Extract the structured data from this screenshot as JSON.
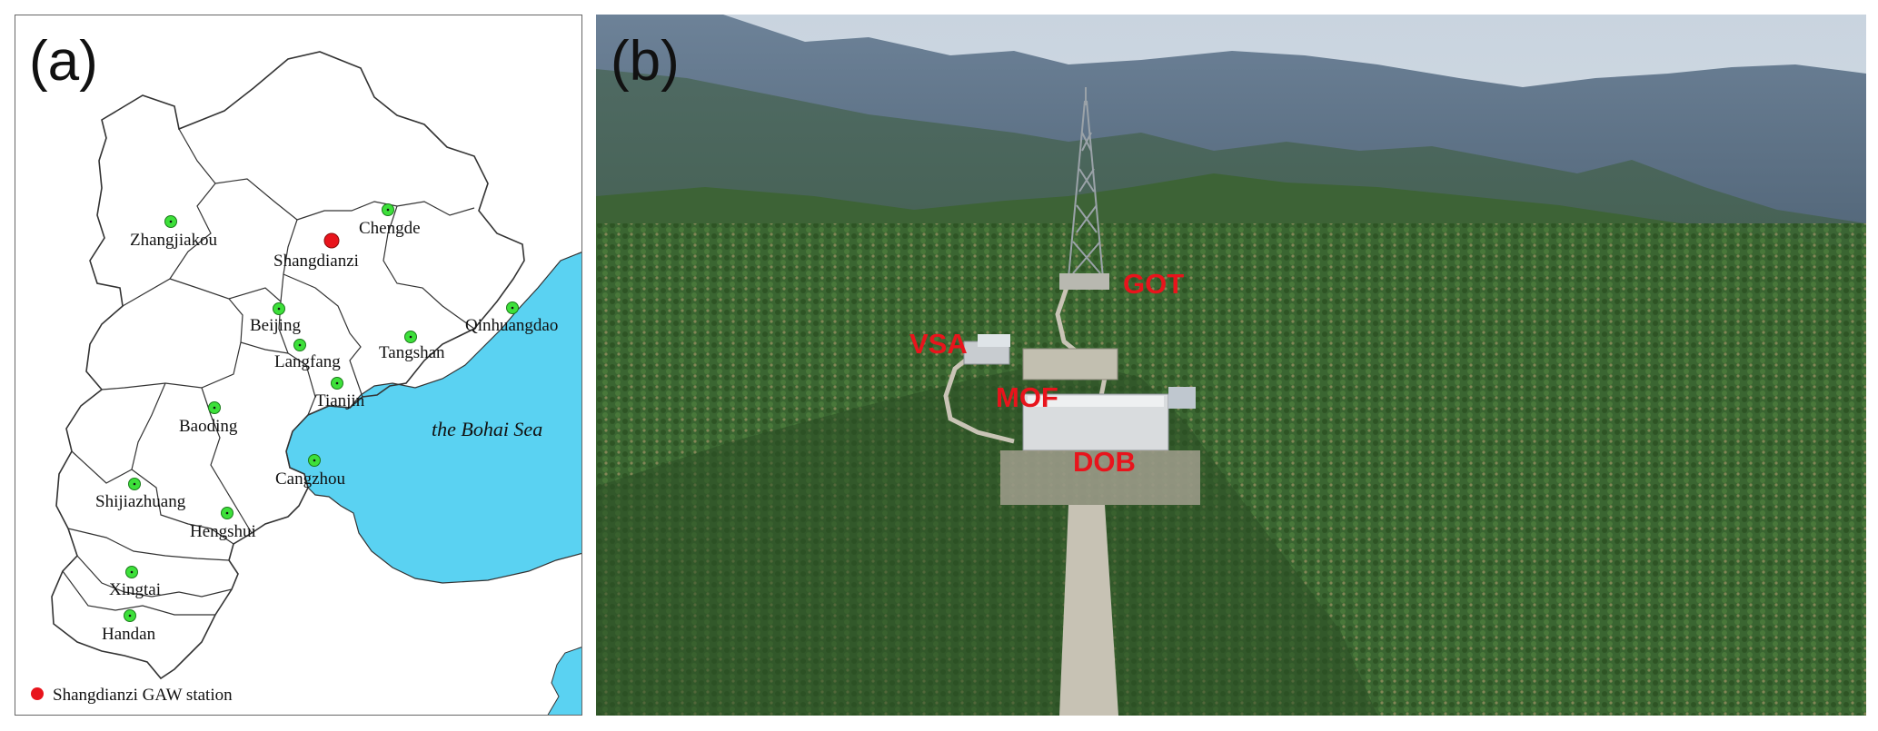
{
  "panel_a": {
    "label": "(a)",
    "sea_label": "the Bohai Sea",
    "legend_label": "Shangdianzi GAW station",
    "colors": {
      "station": "#e8141c",
      "city": "#3de03a",
      "sea": "#5ad2f2",
      "border": "#333333"
    },
    "station": "Shangdianzi",
    "cities": [
      "Zhangjiakou",
      "Chengde",
      "Beijing",
      "Langfang",
      "Tangshan",
      "Qinhuangdao",
      "Tianjin",
      "Baoding",
      "Cangzhou",
      "Shijiazhuang",
      "Hengshui",
      "Xingtai",
      "Handan"
    ]
  },
  "panel_b": {
    "label": "(b)",
    "sites": [
      "GOT",
      "VSA",
      "MOF",
      "DOB"
    ],
    "site_color": "#e8141c"
  }
}
